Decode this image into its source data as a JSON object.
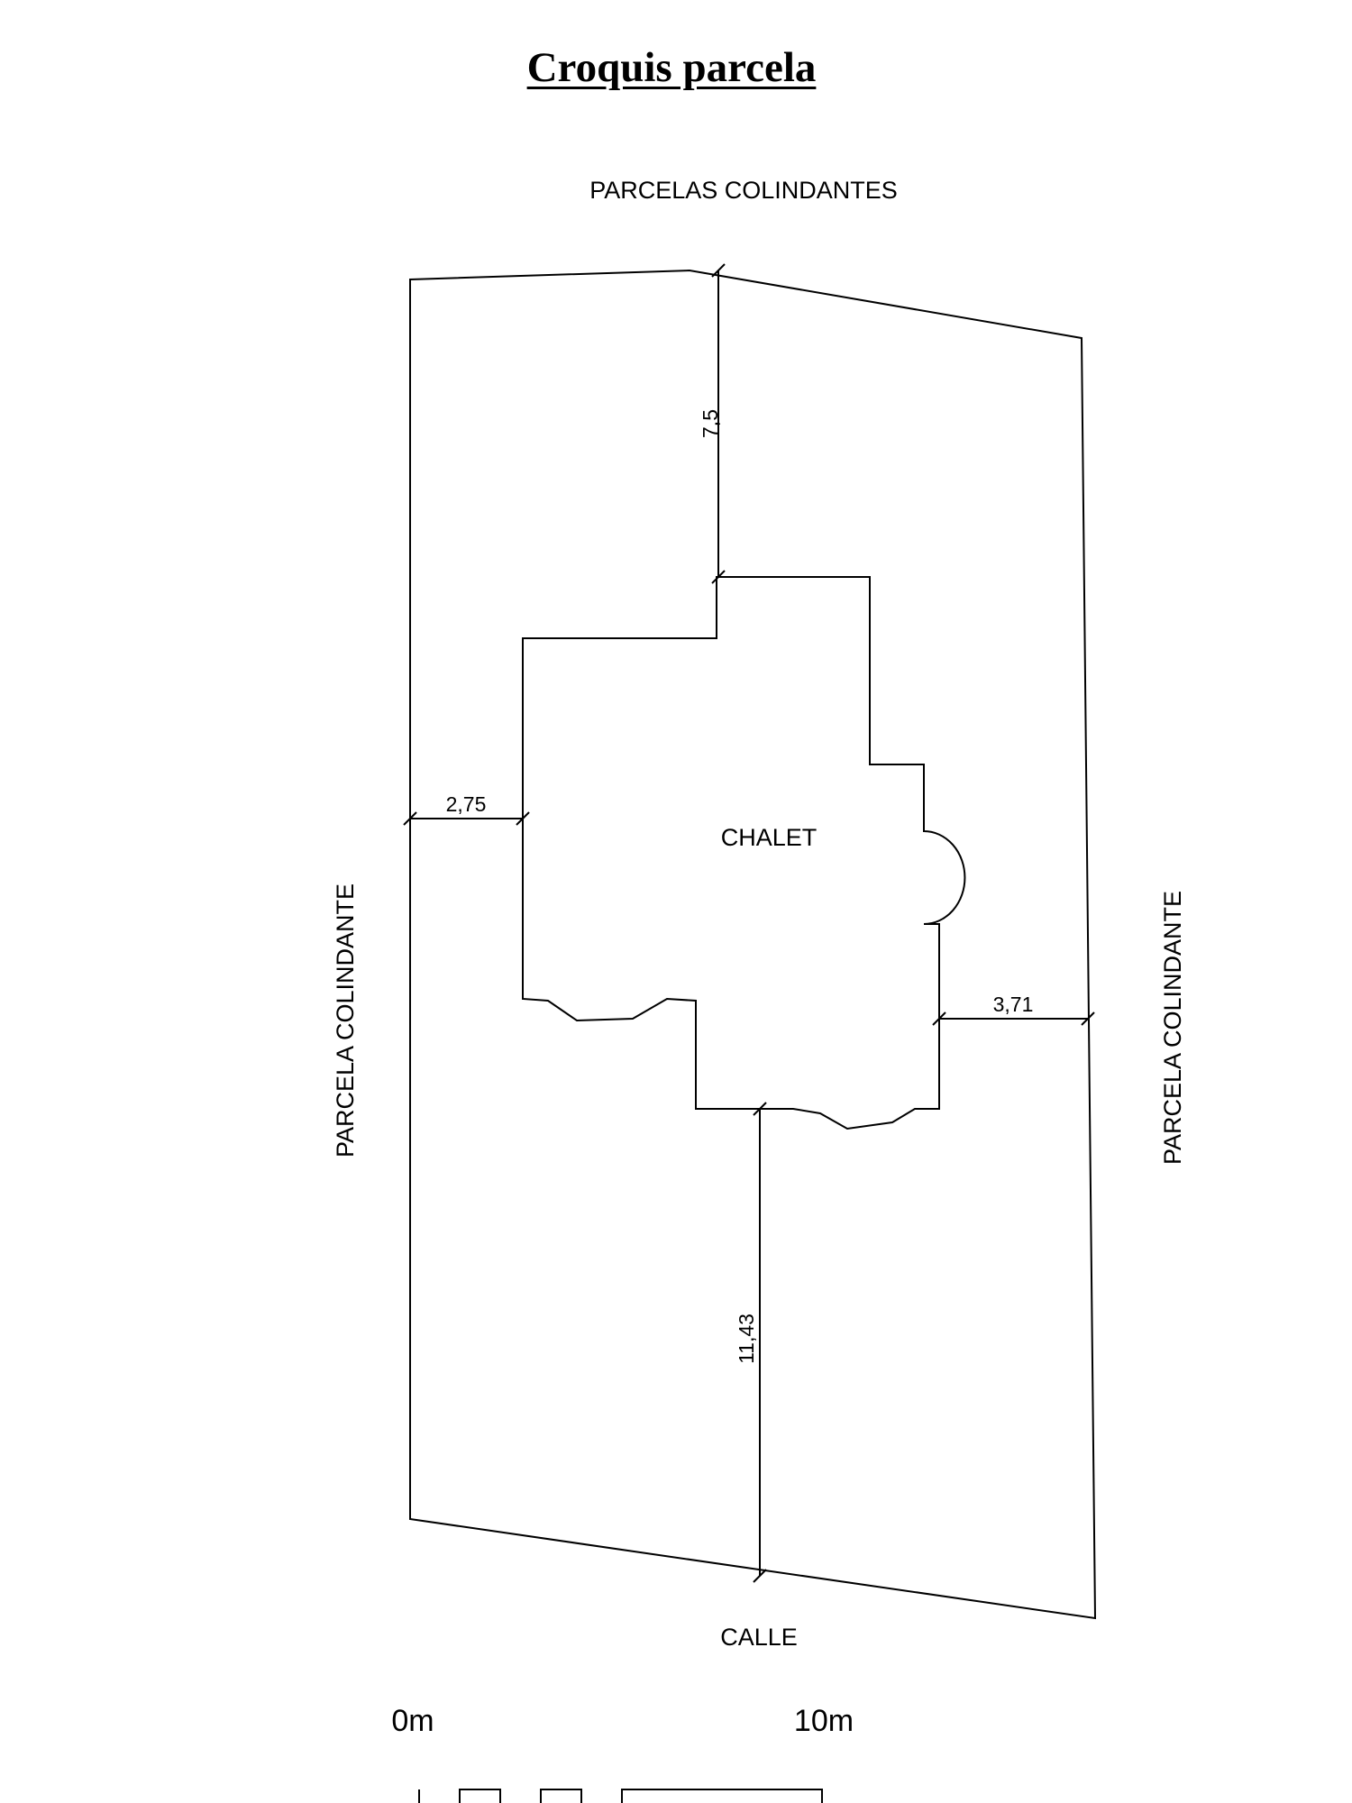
{
  "title": "Croquis parcela",
  "labels": {
    "top_neighbors": "PARCELAS COLINDANTES",
    "left_neighbor": "PARCELA COLINDANTE",
    "right_neighbor": "PARCELA COLINDANTE",
    "building": "CHALET",
    "street": "CALLE"
  },
  "dimensions": {
    "front_setback": "7,5",
    "left_setback": "2,75",
    "right_setback": "3,71",
    "rear_setback": "11,43"
  },
  "scale_bar": {
    "start_label": "0m",
    "end_label": "10m"
  },
  "colors": {
    "line": "#000000",
    "background": "#ffffff"
  }
}
